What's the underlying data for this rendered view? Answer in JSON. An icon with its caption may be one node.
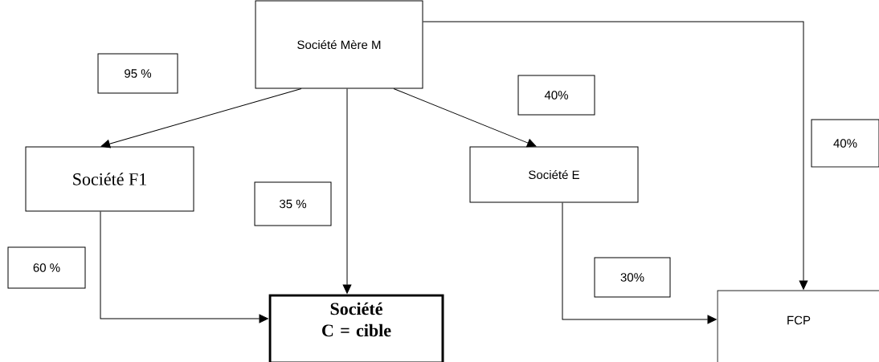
{
  "diagram": {
    "nodes": [
      {
        "text": [
          "Société Mère M"
        ]
      },
      {
        "text": [
          "95 %"
        ]
      },
      {
        "text": [
          "40%"
        ]
      },
      {
        "text": [
          "Société F1"
        ]
      },
      {
        "text": [
          "Société E"
        ]
      },
      {
        "text": [
          "40%"
        ]
      },
      {
        "text": [
          "35 %"
        ]
      },
      {
        "text": [
          "60 %"
        ]
      },
      {
        "text": [
          "30%"
        ]
      },
      {
        "text": [
          "Société C = cible"
        ]
      },
      {
        "text": [
          "FCP"
        ]
      }
    ],
    "edges": [
      {
        "from": 0,
        "to": 3,
        "arrow": "to"
      },
      {
        "from": 0,
        "to": 9,
        "arrow": "to"
      },
      {
        "from": 0,
        "to": 4,
        "arrow": "to"
      },
      {
        "from": 0,
        "to": 10,
        "arrow": "to"
      },
      {
        "from": 3,
        "to": 9,
        "arrow": "to"
      },
      {
        "from": 4,
        "to": 10,
        "arrow": "to"
      }
    ]
  }
}
